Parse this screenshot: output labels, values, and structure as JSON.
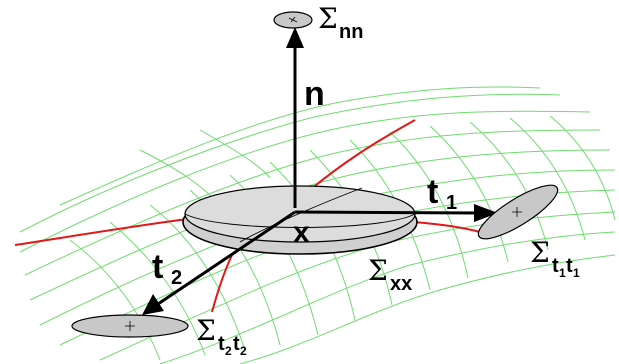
{
  "labels": {
    "normal": "n",
    "tangent1": "t",
    "tangent1_sub": "1",
    "tangent2": "t",
    "tangent2_sub": "2",
    "point": "x"
  },
  "covariances": {
    "sigma_symbol": "Σ",
    "nn": "nn",
    "xx": "xx",
    "t1t1_a": "t",
    "t1t1_a_sub": "1",
    "t1t1_b": "t",
    "t1t1_b_sub": "1",
    "t2t2_a": "t",
    "t2t2_a_sub": "2",
    "t2t2_b": "t",
    "t2t2_b_sub": "2"
  },
  "colors": {
    "grid": "#6fdc6f",
    "curve": "#e01818",
    "ellipse_fill": "#d4d4d4",
    "arrow": "#000000"
  }
}
